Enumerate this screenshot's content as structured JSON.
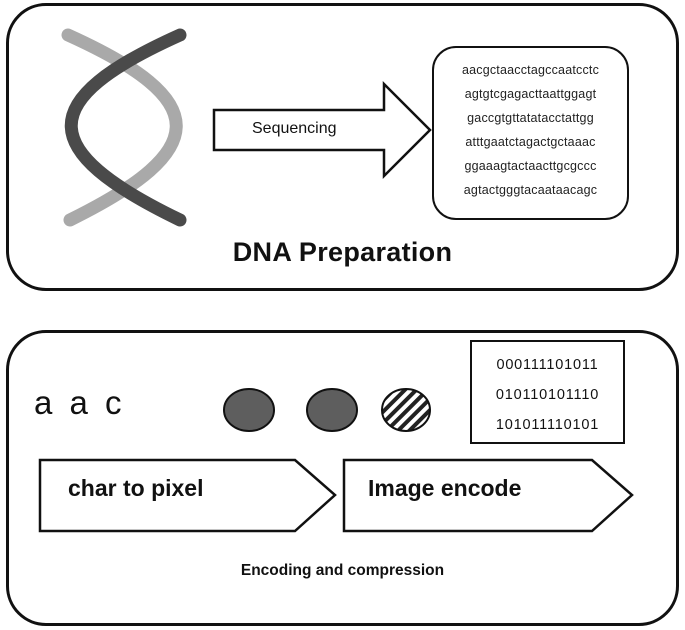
{
  "top_panel": {
    "arrow_label": "Sequencing",
    "sequence_lines": [
      "aacgctaacctagccaatcctc",
      "agtgtcgagacttaattggagt",
      "gaccgtgttatatacctattgg",
      "atttgaatctagactgctaaac",
      "ggaaagtactaacttgcgccc",
      "agtactgggtacaataacagc"
    ],
    "title": "DNA Preparation"
  },
  "bottom_panel": {
    "chars": "a a c",
    "binary_lines": [
      "000111101011",
      "010110101110",
      "101011110101"
    ],
    "arrow_left_label": "char to pixel",
    "arrow_right_label": "Image encode",
    "title": "Encoding and compression"
  },
  "colors": {
    "helix_dark": "#4a4a4a",
    "helix_light": "#a9a9a9",
    "pixel_fill": "#5e5e5e",
    "stroke": "#111111"
  }
}
